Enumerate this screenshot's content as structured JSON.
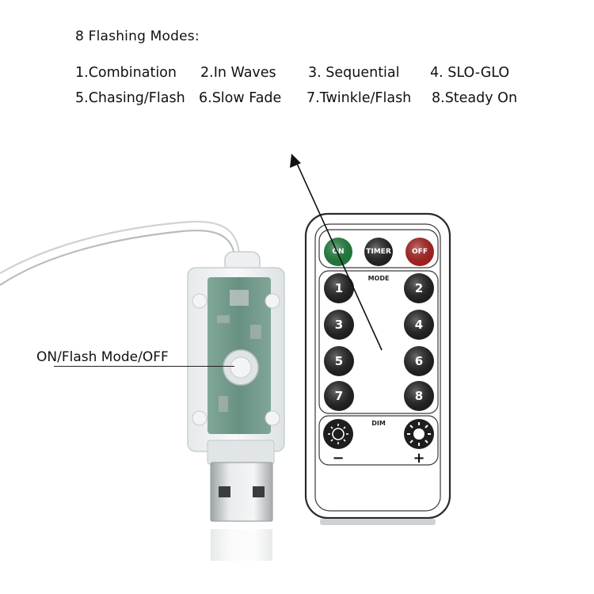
{
  "heading": "8 Flashing Modes:",
  "modes": [
    "1.Combination",
    "2.In Waves",
    "3. Sequential",
    "4. SLO-GLO",
    "5.Chasing/Flash",
    "6.Slow Fade",
    "7.Twinkle/Flash",
    "8.Steady On"
  ],
  "callout": "ON/Flash Mode/OFF",
  "remote": {
    "top_buttons": [
      {
        "label": "ON",
        "color": "#1f7a3a"
      },
      {
        "label": "TIMER",
        "color": "#202020"
      },
      {
        "label": "OFF",
        "color": "#a3201d"
      }
    ],
    "mode_label": "MODE",
    "number_buttons": [
      "1",
      "2",
      "3",
      "4",
      "5",
      "6",
      "7",
      "8"
    ],
    "dim_label": "DIM",
    "minus_label": "−",
    "plus_label": "+"
  }
}
